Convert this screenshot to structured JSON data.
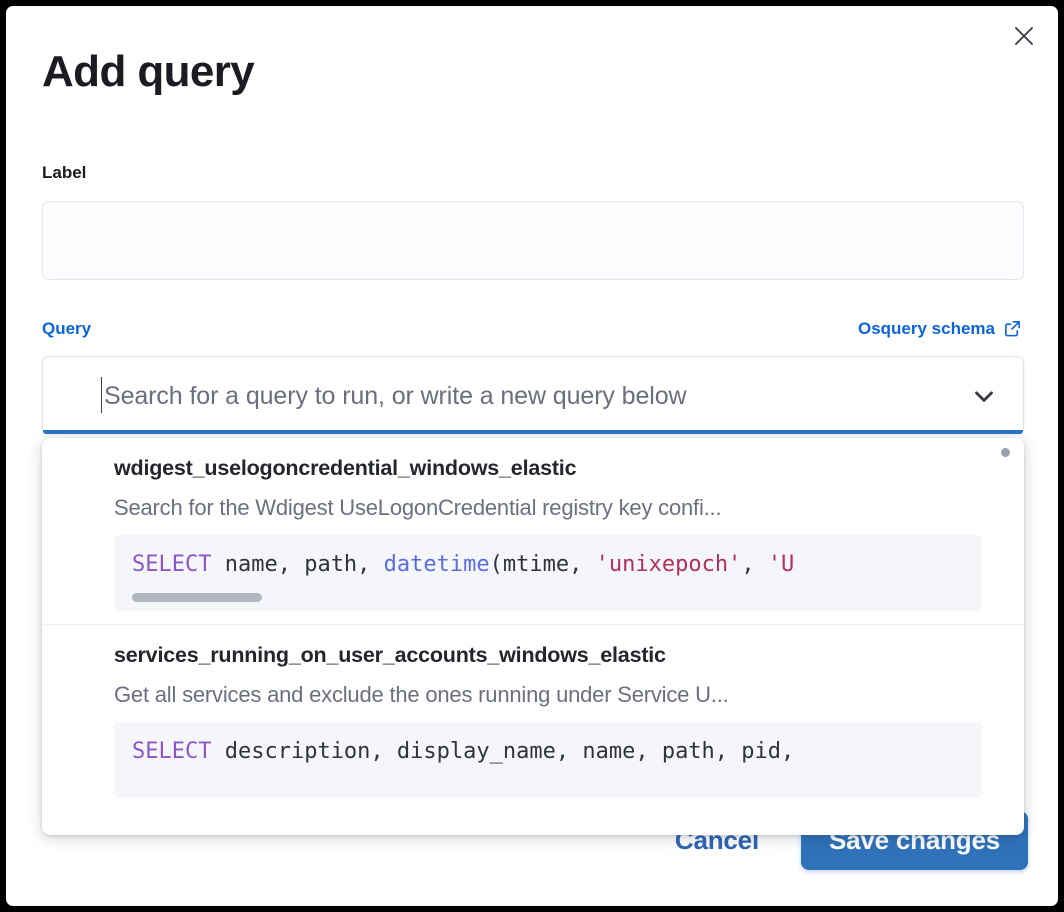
{
  "modal": {
    "title": "Add query",
    "close_icon": "close-icon"
  },
  "label_field": {
    "label": "Label",
    "value": "",
    "placeholder": ""
  },
  "query_field": {
    "label": "Query",
    "schema_link": {
      "text": "Osquery schema",
      "icon": "external-link-icon"
    },
    "combobox": {
      "value": "",
      "placeholder": "Search for a query to run, or write a new query below",
      "chevron_icon": "chevron-down-icon"
    }
  },
  "dropdown": {
    "options": [
      {
        "title": "wdigest_uselogoncredential_windows_elastic",
        "description": "Search for the Wdigest UseLogonCredential registry key confi...",
        "code_tokens": [
          {
            "t": "SELECT",
            "c": "kw"
          },
          {
            "t": " name, path, ",
            "c": "plain"
          },
          {
            "t": "datetime",
            "c": "fn"
          },
          {
            "t": "(mtime, ",
            "c": "plain"
          },
          {
            "t": "'unixepoch'",
            "c": "str"
          },
          {
            "t": ", ",
            "c": "plain"
          },
          {
            "t": "'U",
            "c": "str"
          }
        ],
        "has_hscroll": true
      },
      {
        "title": "services_running_on_user_accounts_windows_elastic",
        "description": "Get all services and exclude the ones running under Service U...",
        "code_tokens": [
          {
            "t": "SELECT",
            "c": "kw"
          },
          {
            "t": " description, display_name, name, path, pid,",
            "c": "plain"
          }
        ],
        "has_hscroll": false
      }
    ]
  },
  "footer": {
    "cancel_label": "Cancel",
    "save_label": "Save changes"
  },
  "colors": {
    "accent_blue": "#0b64dd",
    "button_blue": "#2f72ba",
    "focus_underline": "#2a74c7",
    "code_bg": "#f5f6fa",
    "keyword_purple": "#8b56c9",
    "string_red": "#b0315a",
    "function_blue": "#5a6de0"
  }
}
